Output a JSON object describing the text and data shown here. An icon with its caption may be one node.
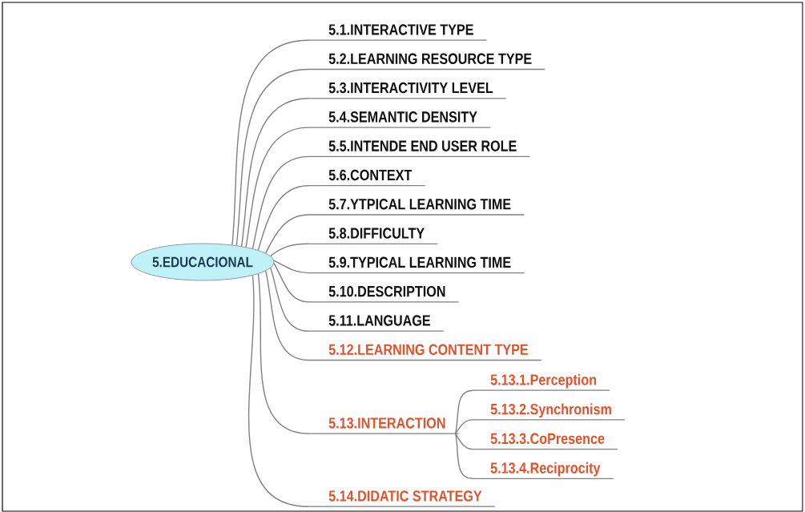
{
  "diagram": {
    "nodes": [
      {
        "text": [
          "5.EDUCACIONAL"
        ]
      },
      {
        "text": [
          "5.1.INTERACTIVE TYPE"
        ]
      },
      {
        "text": [
          "5.2.LEARNING RESOURCE TYPE"
        ]
      },
      {
        "text": [
          "5.3.INTERACTIVITY LEVEL"
        ]
      },
      {
        "text": [
          "5.4.SEMANTIC DENSITY"
        ]
      },
      {
        "text": [
          "5.5.INTENDE END USER ROLE"
        ]
      },
      {
        "text": [
          "5.6.CONTEXT"
        ]
      },
      {
        "text": [
          "5.7.YTPICAL LEARNING TIME"
        ]
      },
      {
        "text": [
          "5.8.DIFFICULTY"
        ]
      },
      {
        "text": [
          "5.9.TYPICAL LEARNING TIME"
        ]
      },
      {
        "text": [
          "5.10.DESCRIPTION"
        ]
      },
      {
        "text": [
          "5.11.LANGUAGE"
        ]
      },
      {
        "text": [
          "5.12.LEARNING CONTENT TYPE"
        ]
      },
      {
        "text": [
          "5.13.INTERACTION"
        ]
      },
      {
        "text": [
          "5.14.DIDATIC STRATEGY"
        ]
      },
      {
        "text": [
          "5.13.1.Perception"
        ]
      },
      {
        "text": [
          "5.13.2.Synchronism"
        ]
      },
      {
        "text": [
          "5.13.3.CoPresence"
        ]
      },
      {
        "text": [
          "5.13.4.Reciprocity"
        ]
      }
    ],
    "edges": [
      {
        "from": 0,
        "to": 1,
        "arrow": "none"
      },
      {
        "from": 0,
        "to": 2,
        "arrow": "none"
      },
      {
        "from": 0,
        "to": 3,
        "arrow": "none"
      },
      {
        "from": 0,
        "to": 4,
        "arrow": "none"
      },
      {
        "from": 0,
        "to": 5,
        "arrow": "none"
      },
      {
        "from": 0,
        "to": 6,
        "arrow": "none"
      },
      {
        "from": 0,
        "to": 7,
        "arrow": "none"
      },
      {
        "from": 0,
        "to": 8,
        "arrow": "none"
      },
      {
        "from": 0,
        "to": 9,
        "arrow": "none"
      },
      {
        "from": 0,
        "to": 10,
        "arrow": "none"
      },
      {
        "from": 0,
        "to": 11,
        "arrow": "none"
      },
      {
        "from": 0,
        "to": 12,
        "arrow": "none"
      },
      {
        "from": 0,
        "to": 13,
        "arrow": "none"
      },
      {
        "from": 0,
        "to": 14,
        "arrow": "none"
      },
      {
        "from": 13,
        "to": 15,
        "arrow": "none"
      },
      {
        "from": 13,
        "to": 16,
        "arrow": "none"
      },
      {
        "from": 13,
        "to": 17,
        "arrow": "none"
      },
      {
        "from": 13,
        "to": 18,
        "arrow": "none"
      }
    ]
  }
}
